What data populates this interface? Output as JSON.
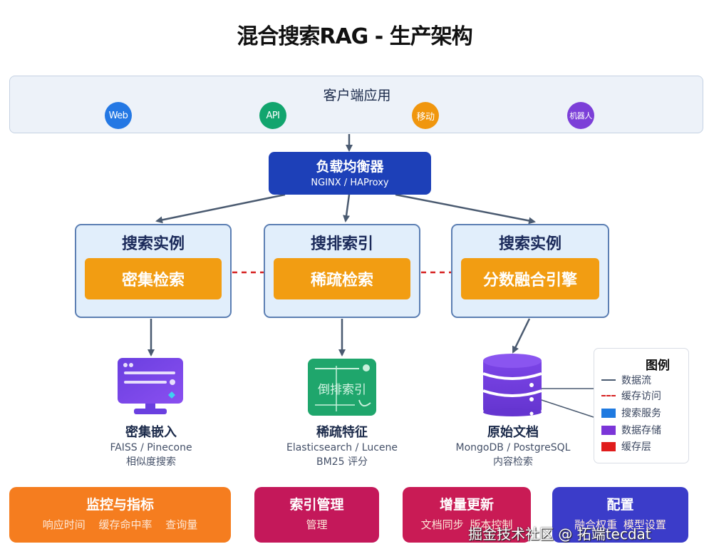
{
  "title": "混合搜索RAG - 生产架构",
  "client": {
    "title": "客户端应用",
    "chips": [
      {
        "label": "Web",
        "color": "#2478e4"
      },
      {
        "label": "API",
        "color": "#12a56e"
      },
      {
        "label": "移动",
        "color": "#f0960e"
      },
      {
        "label": "机器人",
        "color": "#7c3fd8"
      }
    ]
  },
  "load_balancer": {
    "title": "负载均衡器",
    "subtitle": "NGINX / HAProxy"
  },
  "instances": [
    {
      "title": "搜索实例",
      "core": "密集检索"
    },
    {
      "title": "搜排索引",
      "core": "稀疏检索"
    },
    {
      "title": "搜索实例",
      "core": "分数融合引擎"
    }
  ],
  "stores": [
    {
      "icon": "monitor-icon",
      "title": "密集嵌入",
      "sub1": "FAISS / Pinecone",
      "sub2": "相似度搜索"
    },
    {
      "icon": "inverted-index-icon",
      "icon_text": "倒排索引",
      "title": "稀疏特征",
      "sub1": "Elasticsearch / Lucene",
      "sub2": "BM25 评分"
    },
    {
      "icon": "database-icon",
      "title": "原始文档",
      "sub1": "MongoDB / PostgreSQL",
      "sub2": "内容检索"
    }
  ],
  "legend": {
    "title": "图例",
    "items": [
      {
        "type": "line",
        "label": "数据流",
        "color": "#4a5a70"
      },
      {
        "type": "dashed",
        "label": "缓存访问",
        "color": "#d62020"
      },
      {
        "type": "swatch",
        "label": "搜索服务",
        "color": "#1f7ae0"
      },
      {
        "type": "swatch",
        "label": "数据存储",
        "color": "#7b35d8"
      },
      {
        "type": "swatch",
        "label": "缓存层",
        "color": "#e01c1c"
      }
    ]
  },
  "bottom": [
    {
      "title": "监控与指标",
      "sub": "响应时间 缓存命中率 查询量",
      "color": "#f57d1f"
    },
    {
      "title": "索引管理",
      "sub": "管理",
      "color": "#c4185a"
    },
    {
      "title": "增量更新",
      "sub": "文档同步 版本控制",
      "color": "#c91b55"
    },
    {
      "title": "配置",
      "sub": "融合权重 模型设置",
      "color": "#3b3cc9"
    }
  ],
  "watermark": "掘金技术社区 @ 拓端tecdat"
}
